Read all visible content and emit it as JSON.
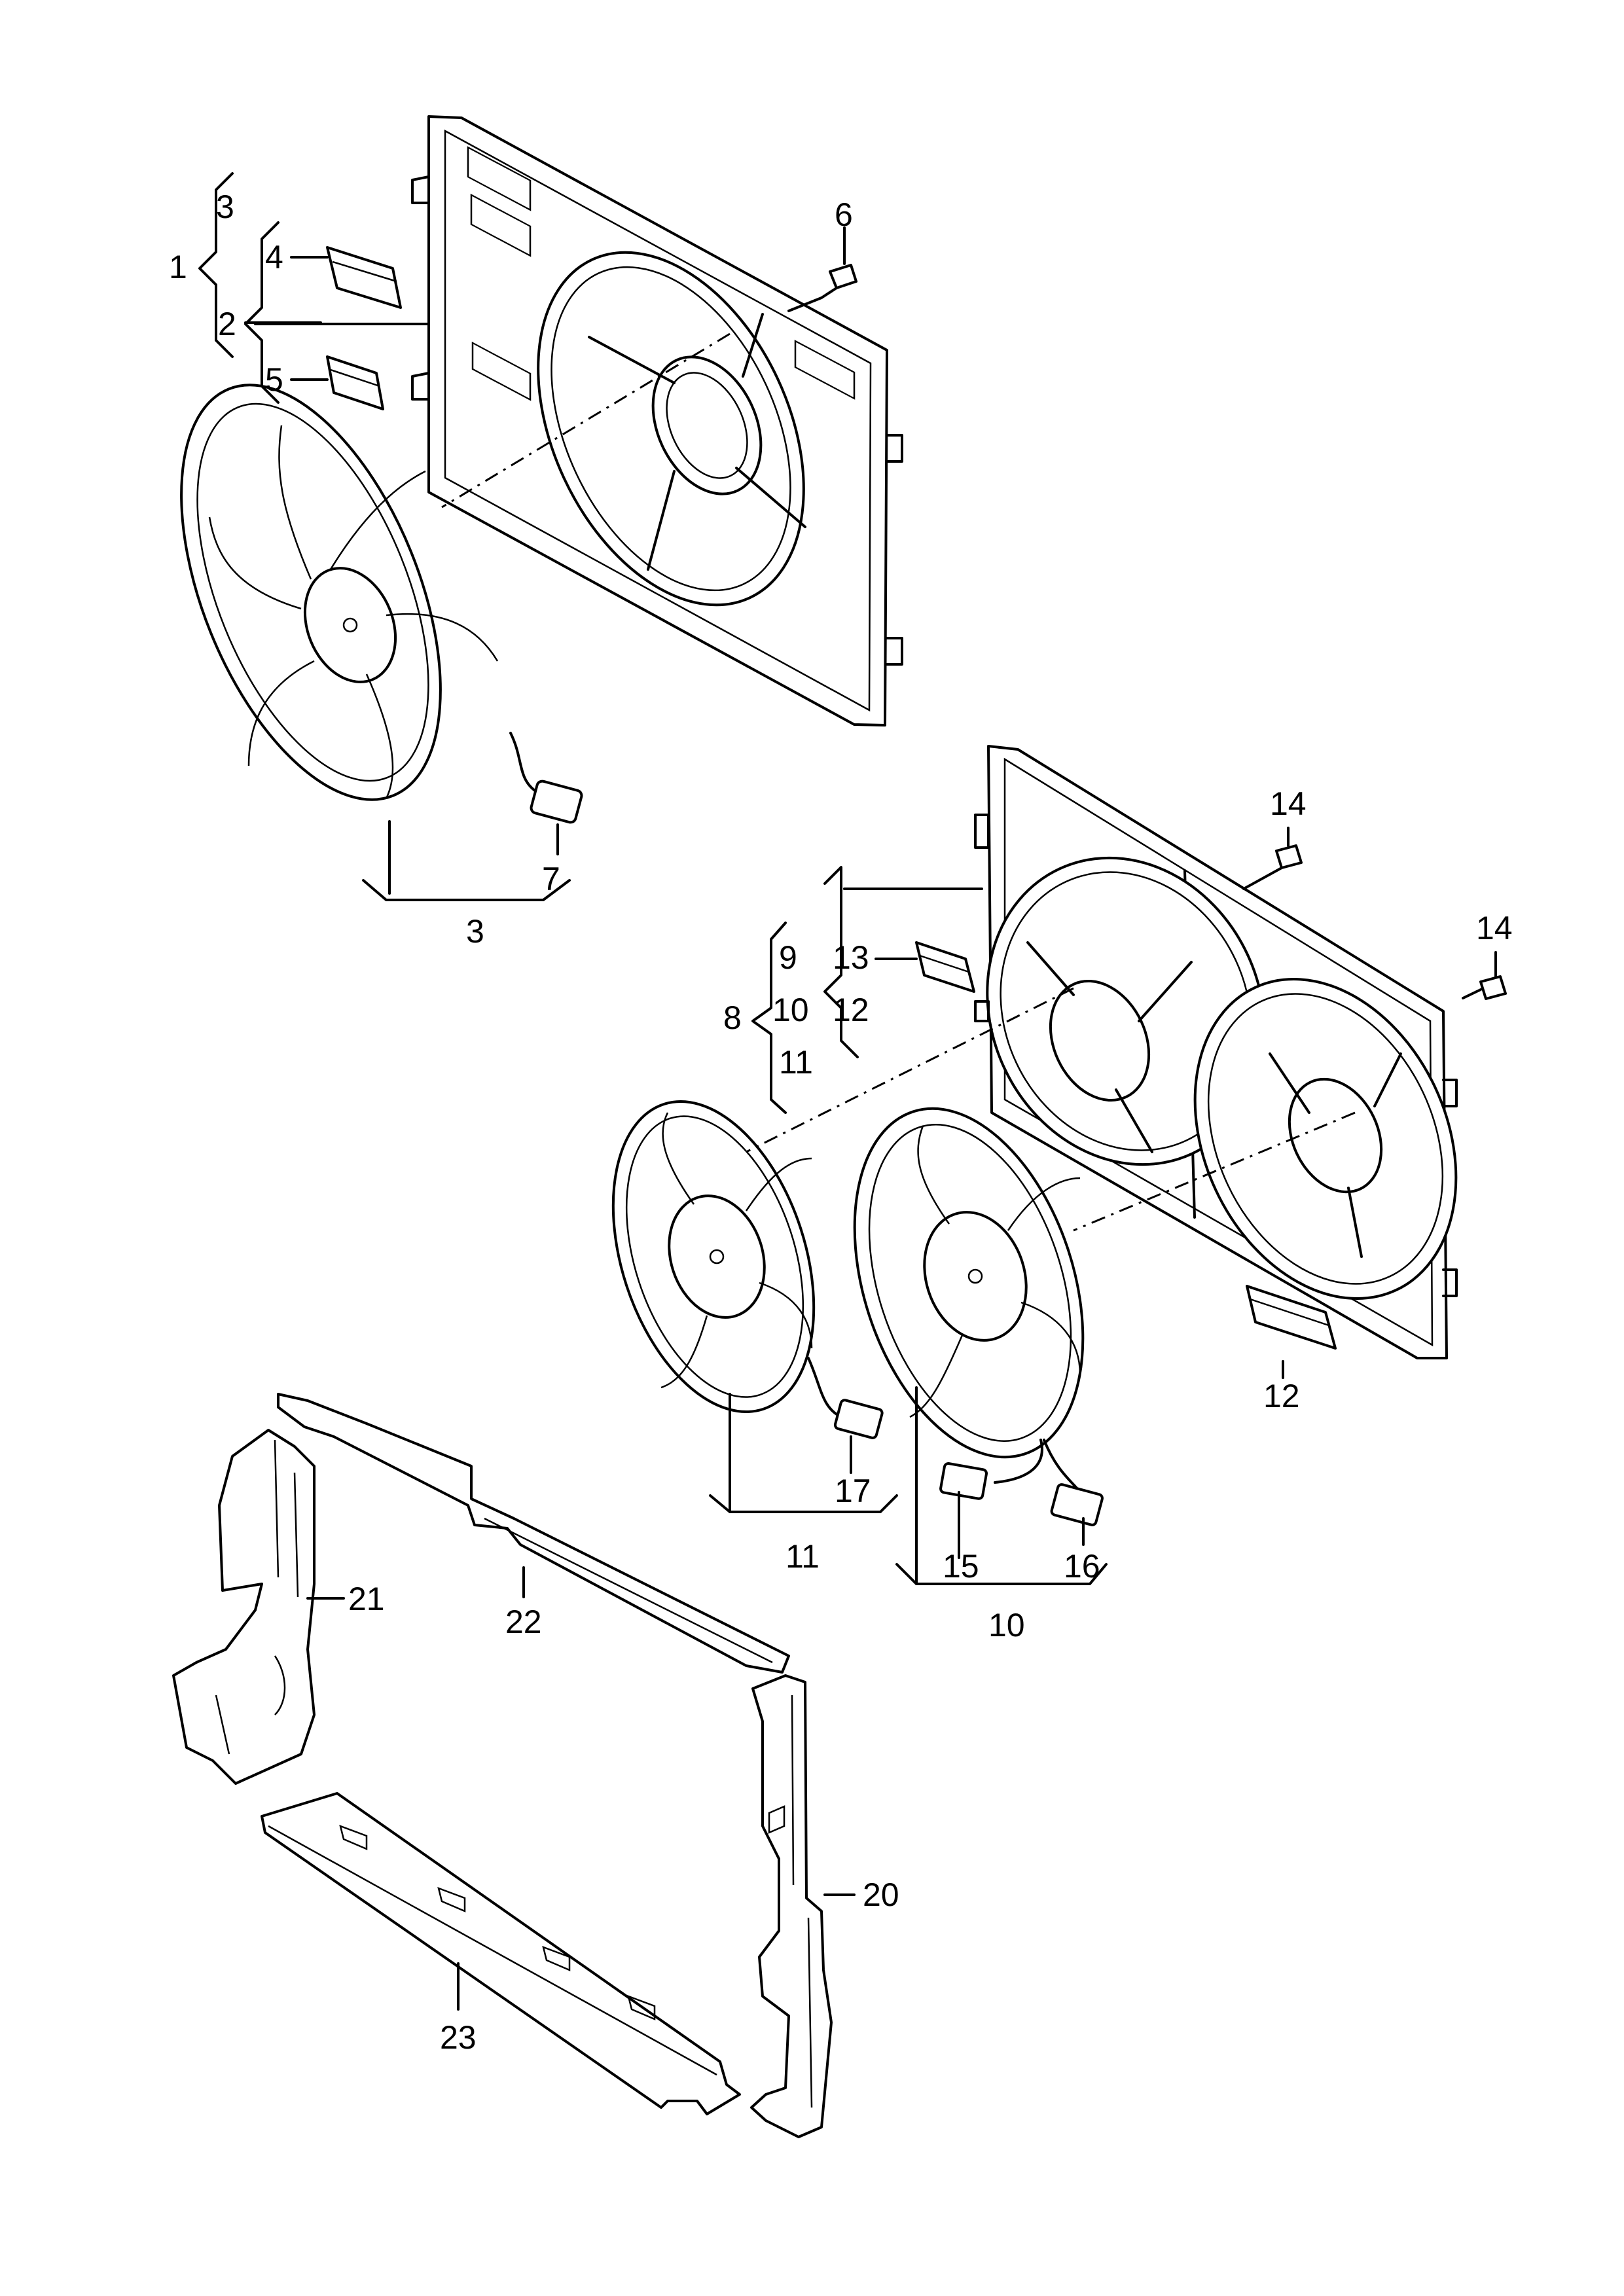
{
  "callouts": {
    "c1": "1",
    "c2": "2",
    "c3a": "3",
    "c3b": "3",
    "c4": "4",
    "c5": "5",
    "c6": "6",
    "c7": "7",
    "c8": "8",
    "c9": "9",
    "c10a": "10",
    "c10b": "10",
    "c11a": "11",
    "c11b": "11",
    "c12a": "12",
    "c12b": "12",
    "c13": "13",
    "c14a": "14",
    "c14b": "14",
    "c15": "15",
    "c16": "16",
    "c17": "17",
    "c20": "20",
    "c21": "21",
    "c22": "22",
    "c23": "23"
  }
}
